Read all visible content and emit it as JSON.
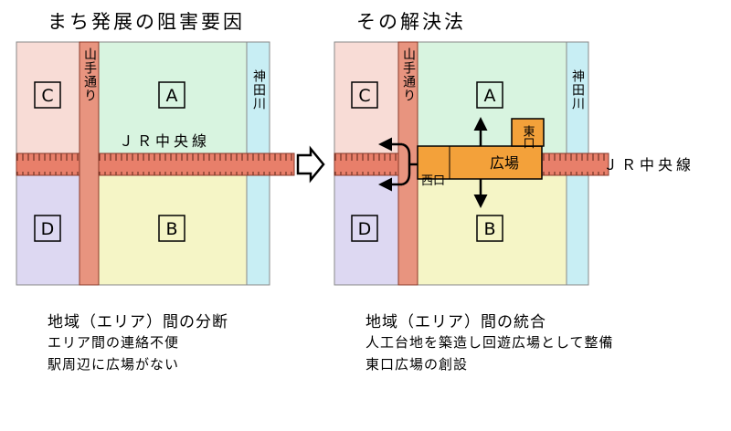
{
  "left": {
    "title": "まち発展の阻害要因",
    "areas": {
      "a": "A",
      "b": "B",
      "c": "C",
      "d": "D"
    },
    "road": "山手通り",
    "river": "神田川",
    "rail": "ＪＲ中央線",
    "caption": "地域（エリア）間の分断",
    "points": [
      "エリア間の連絡不便",
      "駅周辺に広場がない"
    ]
  },
  "right": {
    "title": "その解決法",
    "areas": {
      "a": "A",
      "b": "B",
      "c": "C",
      "d": "D"
    },
    "road": "山手通り",
    "river": "神田川",
    "rail": "ＪＲ中央線",
    "plaza": "広場",
    "east_exit": "東口",
    "west_exit": "西口",
    "caption": "地域（エリア）間の統合",
    "points": [
      "人工台地を築造し回遊広場として整備",
      "東口広場の創設"
    ]
  },
  "colors": {
    "area_a": "#d8f4e0",
    "area_b": "#f5f5c6",
    "area_c": "#f8dcd6",
    "area_d": "#ddd8f2",
    "road": "#e8947f",
    "river": "#c8eef4",
    "rail": "#e87f6a",
    "plaza": "#f3a13a"
  }
}
